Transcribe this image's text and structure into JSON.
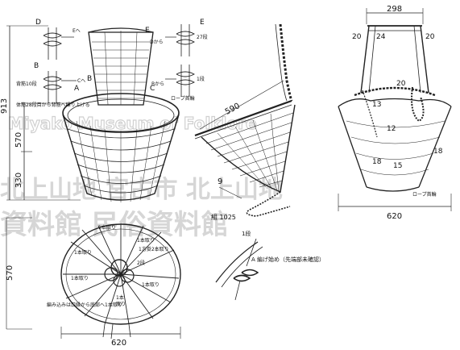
{
  "watermark": {
    "line1": "北上山地 宮古市 北上山地",
    "line2": "資料館 民俗資料館",
    "english": "Miyako Museum of Folklore"
  },
  "front_view": {
    "dim_total": "913",
    "dim_upper": "570",
    "dim_lower": "330",
    "labels": {
      "D": "D",
      "E": "E",
      "A": "A",
      "B": "B",
      "C": "C",
      "e_kara": "Eへ",
      "d_kara": "Dから",
      "c_he": "Cへ",
      "b_kara": "Bから",
      "dan27": "27段",
      "dan1": "1段",
      "setsuji": "背筋10段",
      "taisuji": "体筋28段目から背筋へ繰り上げる",
      "rope": "ロープ首輪"
    }
  },
  "side_view": {
    "dim_diag": "590",
    "dim_9": "9",
    "cord_len": "組 1025"
  },
  "end_view": {
    "dim_top": "298",
    "dim_bottom": "620",
    "n20a": "20",
    "n24": "24",
    "n20b": "20",
    "n20c": "20",
    "n13": "13",
    "n12": "12",
    "n18a": "18",
    "n18b": "18",
    "n15": "15",
    "rope_note": "ロープ首輪"
  },
  "bottom_view": {
    "dim_height": "570",
    "dim_width": "620",
    "t_left_top": "1本取り",
    "t_right_top": "1本取り",
    "t_right_mid": "1方掛2本取り",
    "t_left": "1本取り",
    "t_left_low": "1本取り",
    "t_right_low": "2段",
    "t_right_mid2": "1本取り",
    "t_center": "1本",
    "t_center2": "取り",
    "note": "編み込みは口縁から底部へ1本取り"
  },
  "detail_a": {
    "label": "1段",
    "caption": "A 編げ始め（先端部未確認）"
  }
}
